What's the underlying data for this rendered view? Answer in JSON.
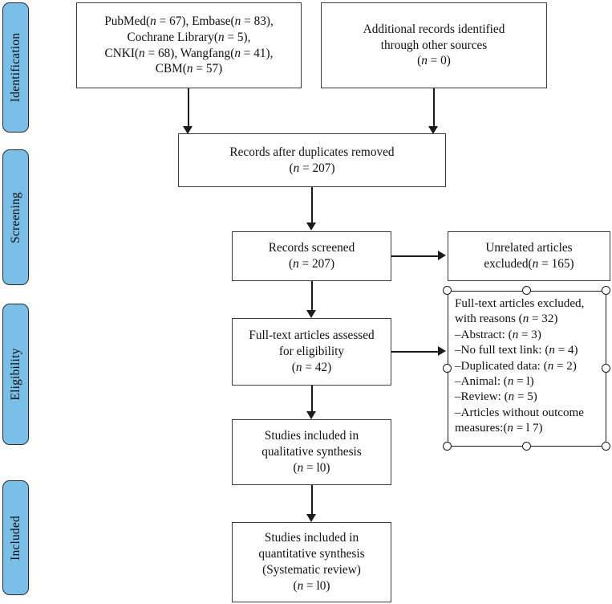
{
  "diagram": {
    "type": "prisma-flow-diagram",
    "stages": [
      {
        "name": "identification",
        "label": "Identification"
      },
      {
        "name": "screening",
        "label": "Screening"
      },
      {
        "name": "eligibility",
        "label": "Eligibility"
      },
      {
        "name": "included",
        "label": "Included"
      }
    ],
    "colors": {
      "stage_fill": "#7ABFE8",
      "stage_border": "#2b2b2b",
      "node_border": "#3c3c3c",
      "node_fill": "#ffffff",
      "connector": "#1b1b1b",
      "handle_fill": "#ffffff",
      "handle_border": "#1b1b1b"
    },
    "nodes": {
      "database_records": {
        "lines": [
          "PubMed(n = 67), Embase(n = 83),",
          "Cochrane Library(n = 5),",
          "CNKI(n = 68), Wangfang(n = 41),",
          "CBM(n = 57)"
        ],
        "sources": [
          {
            "source": "PubMed",
            "n": 67
          },
          {
            "source": "Embase",
            "n": 83
          },
          {
            "source": "Cochrane Library",
            "n": 5
          },
          {
            "source": "CNKI",
            "n": 68
          },
          {
            "source": "Wangfang",
            "n": 41
          },
          {
            "source": "CBM",
            "n": 57
          }
        ]
      },
      "additional_records": {
        "lines": [
          "Additional records identified",
          "through other sources",
          "(n = 0)"
        ],
        "n": 0
      },
      "duplicates_removed": {
        "lines": [
          "Records after duplicates removed",
          "(n = 207)"
        ],
        "n": 207
      },
      "records_screened": {
        "lines": [
          "Records screened",
          "(n = 207)"
        ],
        "n": 207
      },
      "unrelated_excluded": {
        "lines": [
          "Unrelated articles",
          "excluded(n = 165)"
        ],
        "n": 165
      },
      "fulltext_assessed": {
        "lines": [
          "Full-text articles assessed",
          "for eligibility",
          "(n = 42)"
        ],
        "n": 42
      },
      "fulltext_excluded": {
        "selected": true,
        "lines": [
          "Full-text articles excluded,",
          "with reasons (n = 32)",
          "–Abstract: (n = 3)",
          "–No full text link: (n = 4)",
          "–Duplicated data: (n = 2)",
          "–Animal: (n = l)",
          "–Review: (n = 5)",
          "–Articles without outcome",
          "measures:(n = l 7)"
        ],
        "total": 32,
        "reasons": [
          {
            "reason": "Abstract",
            "n": 3
          },
          {
            "reason": "No full text link",
            "n": 4
          },
          {
            "reason": "Duplicated data",
            "n": 2
          },
          {
            "reason": "Animal",
            "n": 1
          },
          {
            "reason": "Review",
            "n": 5
          },
          {
            "reason": "Articles without outcome measures",
            "n": 17
          }
        ]
      },
      "qualitative_synthesis": {
        "lines": [
          "Studies included in",
          "qualitative synthesis",
          "(n = l0)"
        ],
        "n": 10
      },
      "quantitative_synthesis": {
        "lines": [
          "Studies included in",
          "quantitative synthesis",
          "(Systematic review)",
          "(n = l0)"
        ],
        "n": 10
      }
    }
  }
}
